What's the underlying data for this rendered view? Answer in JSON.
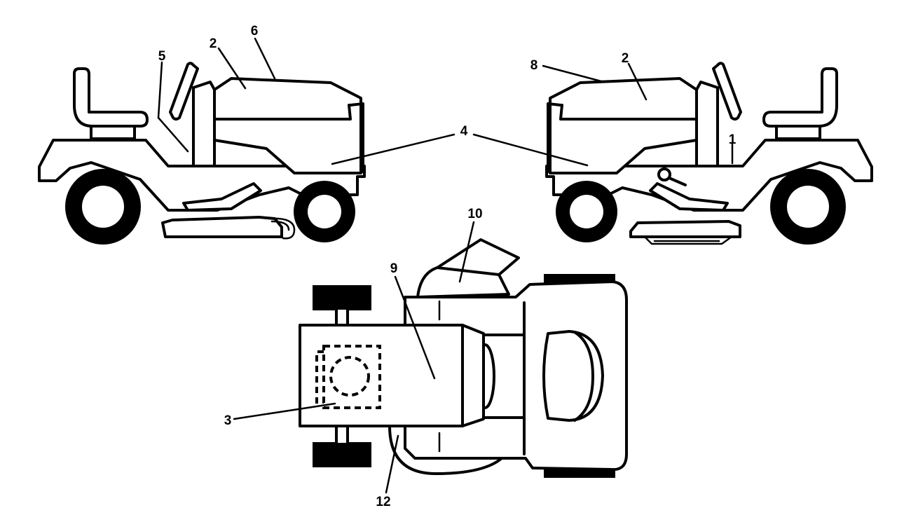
{
  "callouts": {
    "c1": "1",
    "c2_left": "2",
    "c2_right": "2",
    "c3": "3",
    "c4": "4",
    "c5": "5",
    "c6": "6",
    "c8": "8",
    "c9": "9",
    "c10": "10",
    "c12": "12"
  }
}
